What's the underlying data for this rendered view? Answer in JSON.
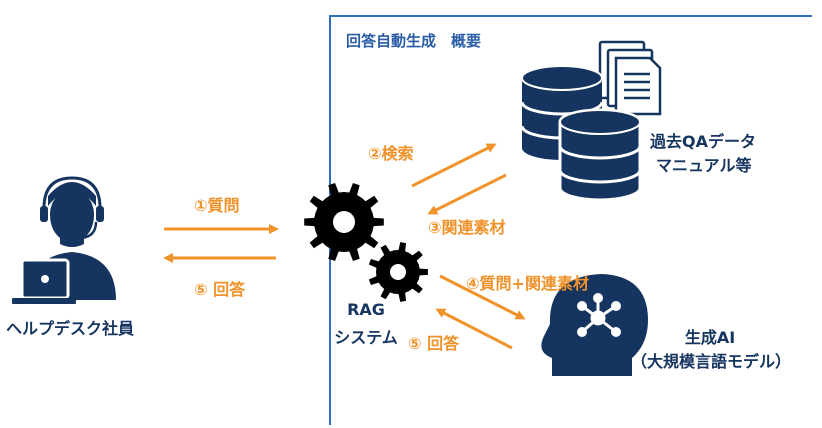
{
  "title": "回答自動生成　概要",
  "nodes": {
    "user": "ヘルプデスク社員",
    "system_line1": "RAG",
    "system_line2": "システム",
    "database_line1": "過去QAデータ",
    "database_line2": "マニュアル等",
    "ai_line1": "生成AI",
    "ai_line2": "（大規模言語モデル）"
  },
  "flows": {
    "question": "①質問",
    "answer_to_user": "⑤ 回答",
    "search": "②検索",
    "related_materials": "③関連素材",
    "question_plus_materials": "④質問+関連素材",
    "answer_from_ai": "⑤ 回答"
  },
  "colors": {
    "accent_orange": "#f0932b",
    "navy": "#15345f",
    "frame_blue": "#2f6fc0"
  }
}
